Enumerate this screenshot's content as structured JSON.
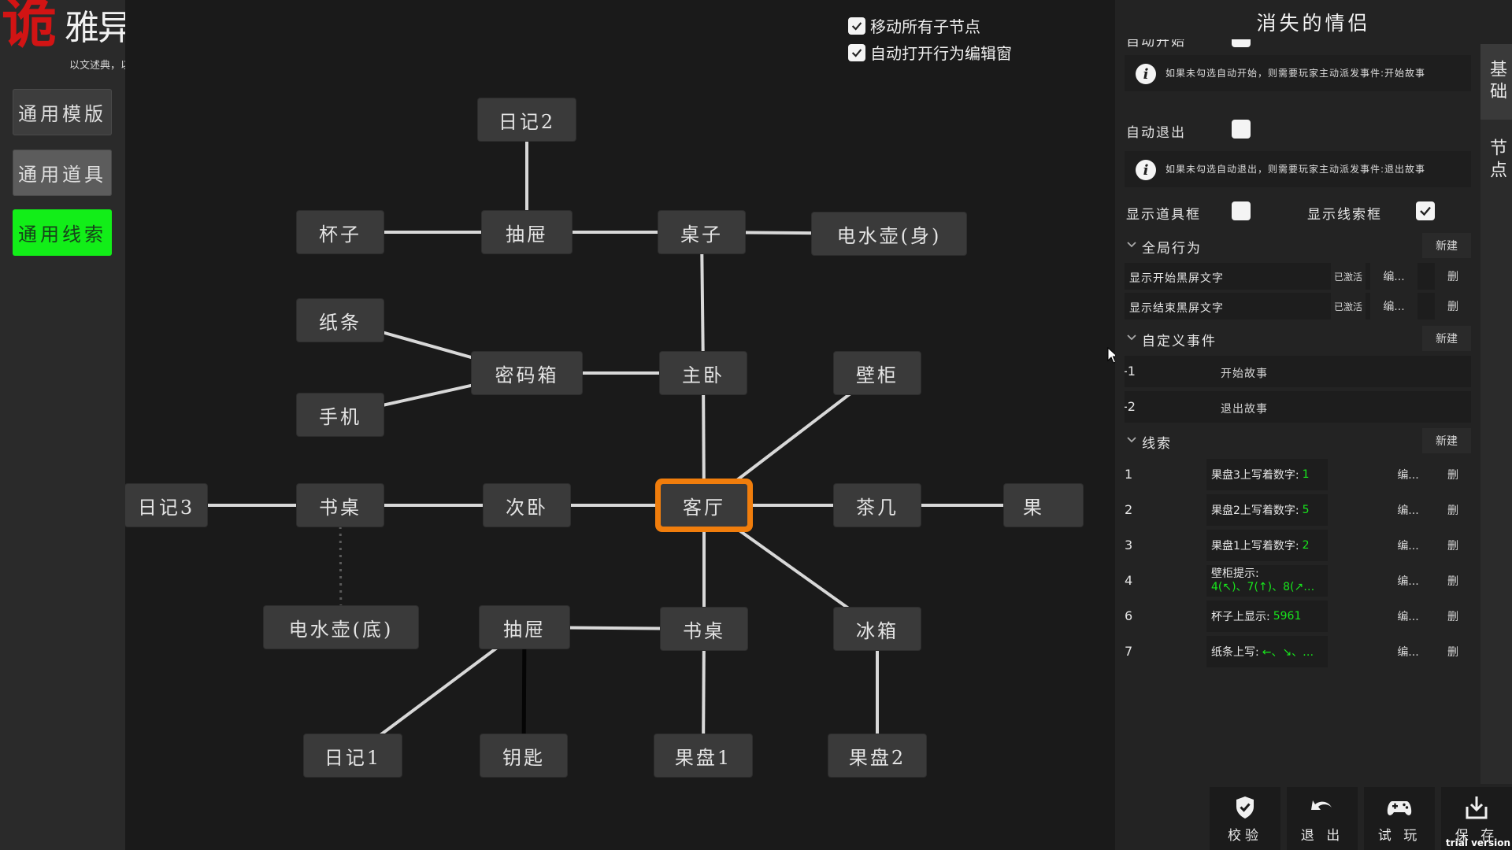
{
  "logo": {
    "big": "诡",
    "rest": "雅异俗",
    "slogan": "以文述典，以事成斋"
  },
  "sidebar": {
    "buttons": [
      "通用模版",
      "通用道具",
      "通用线索"
    ]
  },
  "canvas": {
    "options": [
      {
        "label": "移动所有子节点",
        "checked": true
      },
      {
        "label": "自动打开行为编辑窗",
        "checked": true
      }
    ],
    "selected_node": "客厅",
    "nodes": [
      {
        "id": "riji2",
        "label": "日记2"
      },
      {
        "id": "beizi",
        "label": "杯子"
      },
      {
        "id": "chouti1",
        "label": "抽屉"
      },
      {
        "id": "zhuozi",
        "label": "桌子"
      },
      {
        "id": "dianshuihu_shen",
        "label": "电水壶(身)"
      },
      {
        "id": "zhitiao",
        "label": "纸条"
      },
      {
        "id": "shouji",
        "label": "手机"
      },
      {
        "id": "mimaxiang",
        "label": "密码箱"
      },
      {
        "id": "zhuwo",
        "label": "主卧"
      },
      {
        "id": "bigui",
        "label": "壁柜"
      },
      {
        "id": "riji3",
        "label": "日记3"
      },
      {
        "id": "shuzhuo1",
        "label": "书桌"
      },
      {
        "id": "ciwo",
        "label": "次卧"
      },
      {
        "id": "keting",
        "label": "客厅"
      },
      {
        "id": "chaji",
        "label": "茶几"
      },
      {
        "id": "guo",
        "label": "果"
      },
      {
        "id": "dianshuihu_di",
        "label": "电水壶(底)"
      },
      {
        "id": "chouti2",
        "label": "抽屉"
      },
      {
        "id": "shuzhuo2",
        "label": "书桌"
      },
      {
        "id": "bingxiang",
        "label": "冰箱"
      },
      {
        "id": "riji1",
        "label": "日记1"
      },
      {
        "id": "yaoshi",
        "label": "钥匙"
      },
      {
        "id": "guopan1",
        "label": "果盘1"
      },
      {
        "id": "guopan2",
        "label": "果盘2"
      }
    ],
    "edges": [
      [
        "riji2",
        "chouti1",
        "solid"
      ],
      [
        "beizi",
        "chouti1",
        "solid"
      ],
      [
        "chouti1",
        "zhuozi",
        "solid"
      ],
      [
        "zhuozi",
        "dianshuihu_shen",
        "solid"
      ],
      [
        "zhuozi",
        "zhuwo",
        "solid"
      ],
      [
        "zhitiao",
        "mimaxiang",
        "solid"
      ],
      [
        "shouji",
        "mimaxiang",
        "solid"
      ],
      [
        "mimaxiang",
        "zhuwo",
        "solid"
      ],
      [
        "zhuwo",
        "keting",
        "solid"
      ],
      [
        "bigui",
        "keting",
        "solid"
      ],
      [
        "riji3",
        "shuzhuo1",
        "solid"
      ],
      [
        "shuzhuo1",
        "ciwo",
        "solid"
      ],
      [
        "ciwo",
        "keting",
        "solid"
      ],
      [
        "keting",
        "chaji",
        "solid"
      ],
      [
        "chaji",
        "guo",
        "solid"
      ],
      [
        "shuzhuo1",
        "dianshuihu_di",
        "dotted"
      ],
      [
        "keting",
        "shuzhuo2",
        "solid"
      ],
      [
        "keting",
        "bingxiang",
        "solid"
      ],
      [
        "chouti2",
        "shuzhuo2",
        "solid"
      ],
      [
        "chouti2",
        "riji1",
        "solid"
      ],
      [
        "chouti2",
        "yaoshi",
        "dark"
      ],
      [
        "shuzhuo2",
        "guopan1",
        "solid"
      ],
      [
        "bingxiang",
        "guopan2",
        "solid"
      ]
    ]
  },
  "panel": {
    "title": "消失的情侣",
    "tabs": [
      "基础",
      "节点"
    ],
    "auto_start_label": "自动开始",
    "auto_start_checked": false,
    "auto_start_info": "如果未勾选自动开始，则需要玩家主动派发事件:开始故事",
    "auto_exit_label": "自动退出",
    "auto_exit_checked": false,
    "auto_exit_info": "如果未勾选自动退出，则需要玩家主动派发事件:退出故事",
    "show_item_label": "显示道具框",
    "show_item_checked": false,
    "show_clue_label": "显示线索框",
    "show_clue_checked": true,
    "sections": {
      "global": "全局行为",
      "custom": "自定义事件",
      "clues": "线索",
      "new_label": "新建"
    },
    "global_behaviors": [
      {
        "name": "显示开始黑屏文字",
        "state": "已激活",
        "edit": "编...",
        "del": "删"
      },
      {
        "name": "显示结束黑屏文字",
        "state": "已激活",
        "edit": "编...",
        "del": "删"
      }
    ],
    "custom_events": [
      {
        "id": "-1",
        "name": "开始故事"
      },
      {
        "id": "-2",
        "name": "退出故事"
      }
    ],
    "clues": [
      {
        "num": "1",
        "text": "果盘3上写着数字:",
        "value": "1",
        "edit": "编...",
        "del": "删"
      },
      {
        "num": "2",
        "text": "果盘2上写着数字:",
        "value": "5",
        "edit": "编...",
        "del": "删"
      },
      {
        "num": "3",
        "text": "果盘1上写着数字:",
        "value": "2",
        "edit": "编...",
        "del": "删"
      },
      {
        "num": "4",
        "text": "壁柜提示:",
        "value": "4(↖)、7(↑)、8(↗…",
        "edit": "编...",
        "del": "删"
      },
      {
        "num": "6",
        "text": "杯子上显示:",
        "value": "5961",
        "edit": "编...",
        "del": "删"
      },
      {
        "num": "7",
        "text": "纸条上写:",
        "value": "←、↘、…",
        "edit": "编...",
        "del": "删"
      }
    ],
    "bottom": [
      "校验",
      "退 出",
      "试 玩",
      "保 存"
    ],
    "watermark": "trial version"
  }
}
